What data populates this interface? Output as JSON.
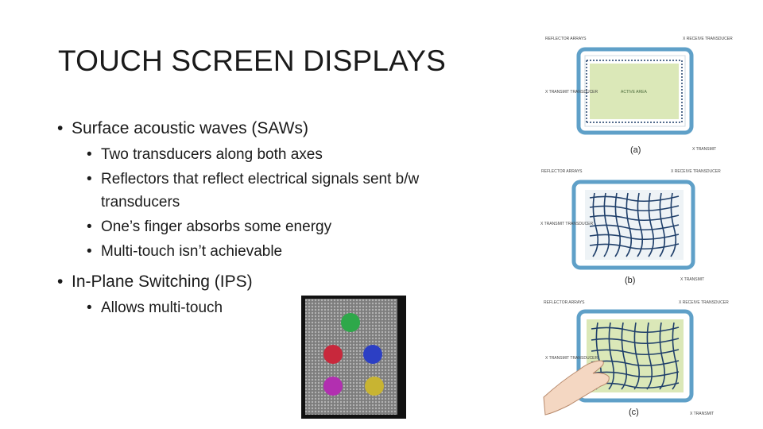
{
  "slide": {
    "title": "TOUCH SCREEN DISPLAYS"
  },
  "bullets": [
    {
      "text": "Surface acoustic waves (SAWs)",
      "sub": [
        "Two transducers along both axes",
        "Reflectors that reflect electrical signals sent b/w transducers",
        "One’s finger absorbs some energy",
        "Multi-touch isn’t achievable"
      ]
    },
    {
      "text": "In-Plane Switching (IPS)",
      "sub": [
        "Allows multi-touch"
      ]
    }
  ],
  "diagrams": [
    {
      "caption": "(a)",
      "reflector": "REFLECTOR ARRAYS",
      "receive": "X RECEIVE TRANSDUCER",
      "transmit": "X TRANSMIT TRANSDUCER",
      "xtransmit": "X TRANSMIT",
      "area": "ACTIVE AREA"
    },
    {
      "caption": "(b)",
      "reflector": "REFLECTOR ARRAYS",
      "receive": "X RECEIVE TRANSDUCER",
      "transmit": "X TRANSMIT TRANSDUCER",
      "xtransmit": "X TRANSMIT"
    },
    {
      "caption": "(c)",
      "reflector": "REFLECTOR ARRAYS",
      "receive": "X RECEIVE TRANSDUCER",
      "transmit": "X TRANSMIT TRANSDUCER",
      "xtransmit": "X TRANSMIT"
    }
  ],
  "colors": {
    "panel_frame": "#5fa0c8",
    "active_area": "#dbe8b8",
    "grid_line": "#1f3f6a",
    "ips_bg": "#8a8a8a"
  },
  "ips_blobs": [
    "green",
    "red",
    "blue",
    "magenta",
    "yellow"
  ]
}
